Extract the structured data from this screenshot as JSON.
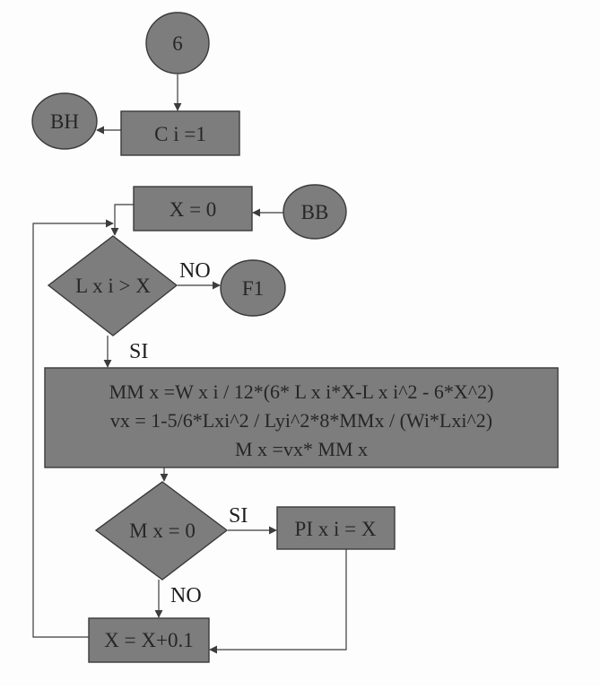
{
  "diagram": {
    "type": "flowchart",
    "colors": {
      "node_fill": "#7d7d7d",
      "node_stroke": "#3a3a3a",
      "edge": "#3c3c3c",
      "text": "#262626",
      "background": "#fdfdfd"
    },
    "nodes": {
      "connector_6": {
        "shape": "circle",
        "label": "6"
      },
      "assign_ci": {
        "shape": "rectangle",
        "label": "C i =1"
      },
      "connector_bh": {
        "shape": "circle",
        "label": "BH"
      },
      "init_x": {
        "shape": "rectangle",
        "label": "X = 0"
      },
      "connector_bb": {
        "shape": "circle",
        "label": "BB"
      },
      "decision_lxi": {
        "shape": "diamond",
        "label": "L x i > X"
      },
      "connector_f1": {
        "shape": "circle",
        "label": "F1"
      },
      "compute_block": {
        "shape": "rectangle",
        "lines": [
          "MM x =W x i / 12*(6* L x i*X-L x i^2 - 6*X^2)",
          "vx = 1-5/6*Lxi^2 / Lyi^2*8*MMx / (Wi*Lxi^2)",
          "M x =vx* MM x"
        ]
      },
      "decision_mx": {
        "shape": "diamond",
        "label": "M x = 0"
      },
      "assign_pi": {
        "shape": "rectangle",
        "label": "PI x i = X"
      },
      "increment_x": {
        "shape": "rectangle",
        "label": "X = X+0.1"
      }
    },
    "edges": [
      {
        "from": "connector_6",
        "to": "assign_ci",
        "label": ""
      },
      {
        "from": "assign_ci",
        "to": "connector_bh",
        "label": ""
      },
      {
        "from": "connector_bb",
        "to": "init_x",
        "label": ""
      },
      {
        "from": "init_x",
        "to": "decision_lxi",
        "label": ""
      },
      {
        "from": "decision_lxi",
        "to": "connector_f1",
        "label": "NO"
      },
      {
        "from": "decision_lxi",
        "to": "compute_block",
        "label": "SI"
      },
      {
        "from": "compute_block",
        "to": "decision_mx",
        "label": ""
      },
      {
        "from": "decision_mx",
        "to": "assign_pi",
        "label": "SI"
      },
      {
        "from": "decision_mx",
        "to": "increment_x",
        "label": "NO"
      },
      {
        "from": "assign_pi",
        "to": "increment_x",
        "label": ""
      },
      {
        "from": "increment_x",
        "to": "decision_lxi",
        "label": ""
      }
    ],
    "edge_labels": {
      "lxi_no": "NO",
      "lxi_si": "SI",
      "mx_si": "SI",
      "mx_no": "NO"
    }
  }
}
